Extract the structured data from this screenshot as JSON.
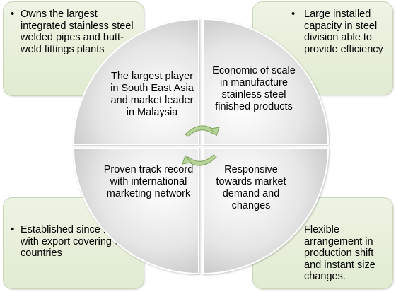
{
  "callouts": {
    "top_left": "Owns the largest integrated stainless steel welded pipes and butt-weld fittings plants",
    "top_right": "Large installed capacity in steel division able to provide efficiency",
    "bottom_left": "Established since 1990 with export covering 60 countries",
    "bottom_right": "Flexible arrangement in production shift and instant size changes."
  },
  "quadrants": {
    "top_left": "The largest player in South East Asia and market leader in Malaysia",
    "top_right": "Economic of scale in manufacture stainless steel finished products",
    "bottom_left": "Proven track record with international marketing network",
    "bottom_right": "Responsive towards market demand and changes"
  },
  "colors": {
    "callout_fill": "#e4edd6",
    "callout_border": "#c9d6b6",
    "quadrant_fill": "#d6d6d6",
    "quadrant_edge": "#ffffff",
    "arrow_fill": "#b6d39a",
    "arrow_stroke": "#7ea35c"
  }
}
